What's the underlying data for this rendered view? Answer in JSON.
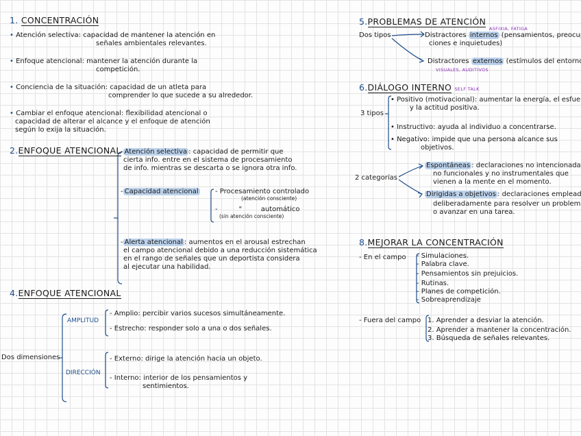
{
  "left": {
    "s1": {
      "num": "1.",
      "title": "CONCENTRACIÓN",
      "b1": {
        "term": "Atención selectiva",
        "l1": ": capacidad de mantener la atención en",
        "l2": "señales ambientales relevantes."
      },
      "b2": {
        "term": "Enfoque atencional",
        "l1": ": mantener la atención durante la",
        "l2": "competición."
      },
      "b3": {
        "term": "Conciencia de la situación",
        "l1": ": capacidad de un atleta para",
        "l2": "comprender lo que sucede a su alrededor."
      },
      "b4": {
        "l1": "Cambiar el enfoque atencional: flexibilidad atencional o",
        "l2": "capacidad de alterar el alcance y el enfoque de atención",
        "l3": "según lo exija la situación."
      }
    },
    "s2": {
      "num": "2.",
      "title": "ENFOQUE ATENCIONAL",
      "sel": {
        "term": "Atención selectiva",
        "l1": ": capacidad de permitir que",
        "l2": "cierta info. entre en el sistema de procesamiento",
        "l3": "de info. mientras se descarta o se ignora otra info."
      },
      "cap": {
        "term": "Capacidad atencional",
        "p1": "Procesamiento controlado",
        "p1sub": "(atención consciente)",
        "p2mark": "\"",
        "p2": "automático",
        "p2sub": "(sin atención consciente)"
      },
      "alert": {
        "term": "Alerta atencional",
        "l1": ": aumentos en el arousal estrechan",
        "l2": "el campo atencional debido a una reducción sistemática",
        "l3": "en el rango de señales que un deportista considera",
        "l4": "al ejecutar una habilidad."
      }
    },
    "s4": {
      "num": "4.",
      "title": "ENFOQUE ATENCIONAL",
      "dims": "Dos dimensiones",
      "amp": {
        "label": "AMPLITUD",
        "a1": "Amplio: percibir varios sucesos simultáneamente.",
        "a2": "Estrecho: responder solo a una o dos señales."
      },
      "dir": {
        "label": "DIRECCIÓN",
        "d1": "Externo: dirige la atención hacia un objeto.",
        "d2a": "Interno: interior de los pensamientos y",
        "d2b": "sentimientos."
      }
    }
  },
  "right": {
    "s5": {
      "num": "5.",
      "title": "PROBLEMAS DE ATENCIÓN",
      "note": "ASFIXIA, FATIGA",
      "dos": "Dos tipos",
      "int": {
        "pre": "Distractores ",
        "hl": "internos",
        "post": " (pensamientos, preocupa-",
        "l2": "ciones e inquietudes)"
      },
      "ext": {
        "pre": "Distractores ",
        "hl": "externos",
        "post": " (estímulos del entorno)",
        "note": "VISUALES, AUDITIVOS"
      }
    },
    "s6": {
      "num": "6.",
      "title": "DIÁLOGO INTERNO",
      "note": "SELF TALK",
      "tres": "3 tipos",
      "pos": {
        "l1": "Positivo (motivacional): aumentar la energía, el esfuerzo",
        "l2": "y la actitud positiva."
      },
      "ins": "Instructivo: ayuda al individuo a concentrarse.",
      "neg": {
        "l1": "Negativo: impide que una persona alcance sus",
        "l2": "objetivos."
      },
      "dos_cat": "2 categorías",
      "esp": {
        "term": "Espontáneas",
        "l1": ": declaraciones no intencionadas,",
        "l2": "no funcionales y no instrumentales que",
        "l3": "vienen a la mente en el momento."
      },
      "dir": {
        "term": "Dirigidas a objetivos",
        "l1": ": declaraciones empleadas",
        "l2": "deliberadamente para resolver un problema",
        "l3": "o avanzar en una tarea."
      }
    },
    "s8": {
      "num": "8.",
      "title": "MEJORAR LA CONCENTRACIÓN",
      "campo": "En el campo",
      "items": [
        "Simulaciones.",
        "Palabra clave.",
        "Pensamientos sin prejuicios.",
        "Rutinas.",
        "Planes de competición.",
        "Sobreaprendizaje"
      ],
      "fuera": "Fuera del campo",
      "f": [
        "1. Aprender a desviar la atención.",
        "2. Aprender a mantener la concentración.",
        "3. Búsqueda de señales relevantes."
      ]
    }
  }
}
